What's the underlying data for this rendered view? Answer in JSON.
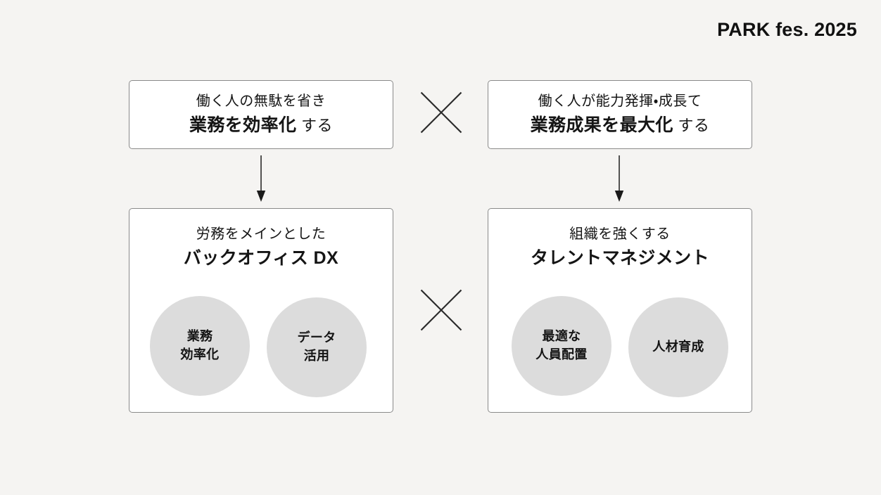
{
  "brand": {
    "title": "PARK fes. 2025"
  },
  "slide": {
    "background_color": "#f5f4f2",
    "box_border_color": "#8a8a8a",
    "circle_color": "#dcdcdc",
    "text_color": "#151515"
  },
  "top_boxes": [
    {
      "id": "box-top-left",
      "sub": "働く人の無駄を省き",
      "main": "業務を効率化",
      "tail": " する"
    },
    {
      "id": "box-top-right",
      "sub": "働く人が能力発揮・成長て",
      "main": "業務成果を最大化",
      "tail": " する"
    }
  ],
  "bottom_boxes": [
    {
      "id": "box-bottom-left",
      "sub": "労務をメインとした",
      "main": "バックオフィス DX",
      "circles": [
        {
          "label": "業務\n効率化"
        },
        {
          "label": "データ\n活用"
        }
      ]
    },
    {
      "id": "box-bottom-right",
      "sub": "組織を強くする",
      "main": "タレントマネジメント",
      "circles": [
        {
          "label": "最適な\n人員配置"
        },
        {
          "label": "人材育成"
        }
      ]
    }
  ],
  "connectors": {
    "arrow_left_name": "down-arrow-icon",
    "arrow_right_name": "down-arrow-icon",
    "cross_top_name": "cross-icon",
    "cross_bottom_name": "cross-icon",
    "stroke_color": "#2b2b2b"
  }
}
